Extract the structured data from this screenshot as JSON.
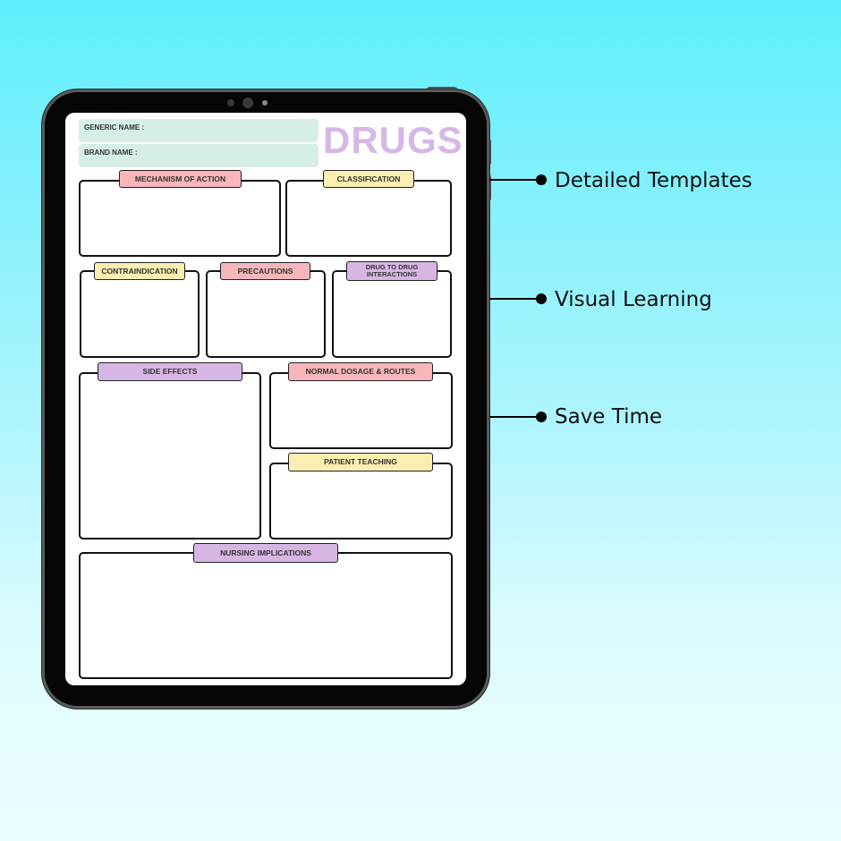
{
  "worksheet": {
    "generic_name_label": "GENERIC NAME :",
    "brand_name_label": "BRAND NAME :",
    "title": "DRUGS",
    "sections": {
      "mechanism": "MECHANISM OF ACTION",
      "classification": "CLASSIFICATION",
      "contraindication": "CONTRAINDICATION",
      "precautions": "PRECAUTIONS",
      "interactions": "DRUG TO DRUG\nINTERACTIONS",
      "side_effects": "SIDE EFFECTS",
      "dosage": "NORMAL DOSAGE & ROUTES",
      "teaching": "PATIENT TEACHING",
      "nursing": "NURSING IMPLICATIONS"
    }
  },
  "callouts": [
    "Detailed Templates",
    "Visual Learning",
    "Save Time"
  ],
  "colors": {
    "title_purple": "#d7b7e6",
    "tag_pink": "#f6b6ba",
    "tag_yellow": "#fbeeb1",
    "tag_purple": "#d8b6e4",
    "name_field_mint": "#d6efe6",
    "background_top": "#5eeefc",
    "background_bottom": "#ecfdff"
  }
}
